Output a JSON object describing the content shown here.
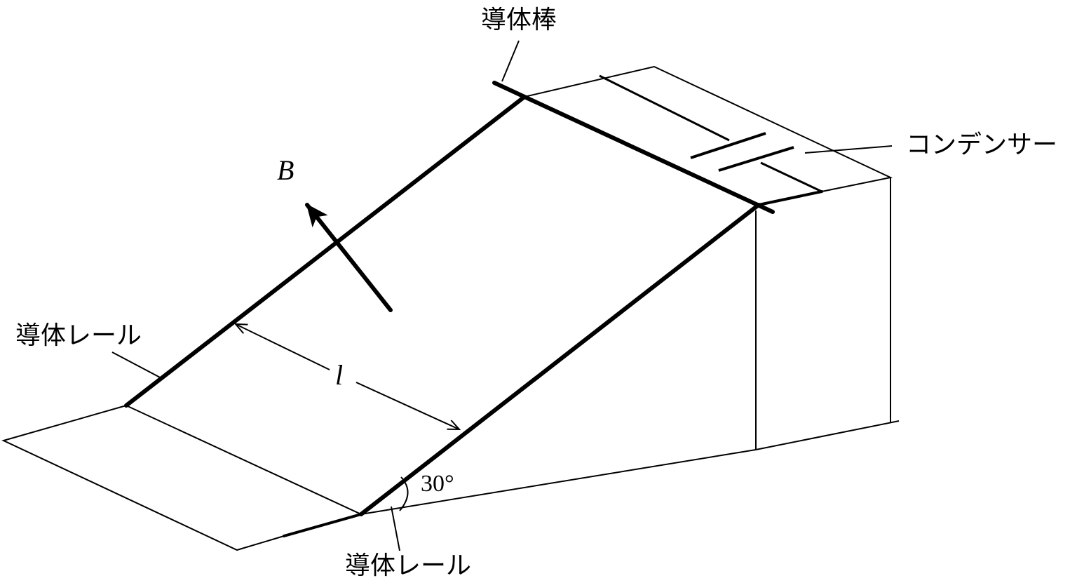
{
  "labels": {
    "conductor_rod": "導体棒",
    "capacitor": "コンデンサー",
    "rail_left": "導体レール",
    "rail_bottom": "導体レール",
    "magnetic_field": "B",
    "rail_spacing": "l",
    "angle": "30°"
  }
}
